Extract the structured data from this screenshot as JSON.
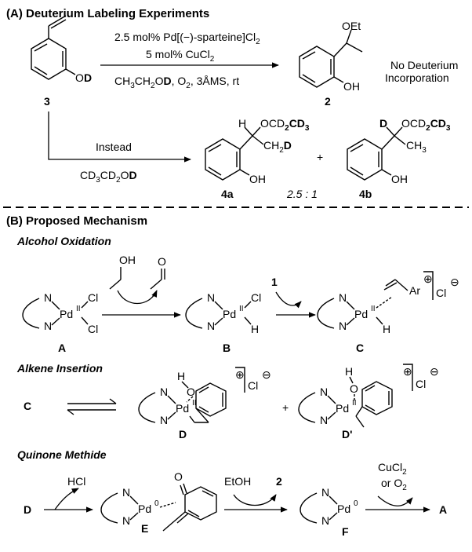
{
  "section_a": {
    "title": "(A) Deuterium Labeling Experiments",
    "cond_line1": "2.5 mol% Pd[(−)-sparteine]Cl",
    "cond_line1_sub": "2",
    "cond_line2": "5 mol% CuCl",
    "cond_line2_sub": "2",
    "cond_line3_a": "CH",
    "cond_line3_b": "CH",
    "cond_line3_c": "O",
    "cond_line3_d": "D",
    "cond_line3_e": ", O",
    "cond_line3_f": ", 3ÅMS, rt",
    "sub3": "3",
    "sub2": "2",
    "reactant_group_o": "O",
    "reactant_group_d": "D",
    "product_oet": "OEt",
    "product_oh": "OH",
    "no_deut_1": "No Deuterium",
    "no_deut_2": "Incorporation",
    "instead": "Instead",
    "cd3cd2od_c1": "CD",
    "cd3cd2od_c2": "CD",
    "cd3cd2od_c3": "O",
    "cd3cd2od_c4": "D",
    "h_label": "H",
    "d_label": "D",
    "ocd_text": "OCD",
    "ch2d_text": "CH",
    "ch2d_d": "D",
    "ch3_text": "CH",
    "oh": "OH",
    "plus": "+",
    "label_4a": "4a",
    "label_4b": "4b",
    "ratio": "2.5 : 1"
  },
  "section_b": {
    "title": "(B) Proposed Mechanism",
    "sub1": "Alcohol Oxidation",
    "sub2": "Alkene Insertion",
    "sub3": "Quinone Methide",
    "label_A": "A",
    "label_B": "B",
    "label_C": "C",
    "label_D": "D",
    "label_Dp": "D'",
    "label_E": "E",
    "label_F": "F",
    "label_1": "1",
    "label_2": "2",
    "pd": "Pd",
    "ox_II": "II",
    "ox_0": "0",
    "n": "N",
    "cl": "Cl",
    "h": "H",
    "oh": "OH",
    "o": "O",
    "ar": "Ar",
    "cl_minus": "Cl",
    "hcl": "HCl",
    "etoh": "EtOH",
    "cucl2": "CuCl",
    "cucl2_sub": "2",
    "or_o2": "or O",
    "or_o2_sub": "2",
    "plus": "+",
    "circle_plus": "⊕",
    "circle_minus": "⊖"
  }
}
